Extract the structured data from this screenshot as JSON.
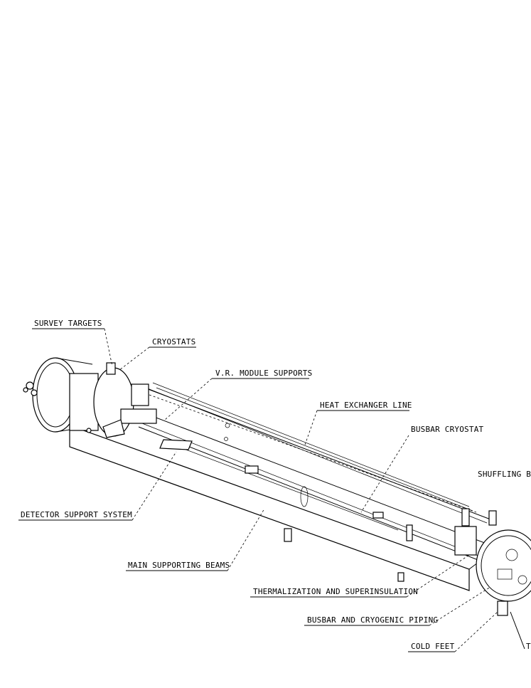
{
  "labels": {
    "survey_targets": "SURVEY TARGETS",
    "cryostats": "CRYOSTATS",
    "vr_module_supports": "V.R. MODULE SUPPORTS",
    "heat_exchanger_line": "HEAT EXCHANGER LINE",
    "busbar_cryostat": "BUSBAR CRYOSTAT",
    "shuffling_box": "SHUFFLING BO",
    "detector_support_system": "DETECTOR SUPPORT SYSTEM",
    "main_supporting_beams": "MAIN SUPPORTING BEAMS",
    "thermalization": "THERMALIZATION AND SUPERINSULATION",
    "busbar_piping": "BUSBAR AND CRYOGENIC PIPING",
    "cold_feet": "COLD FEET",
    "cut_label": "T"
  },
  "colors": {
    "ink": "#000000",
    "paper": "#ffffff"
  }
}
